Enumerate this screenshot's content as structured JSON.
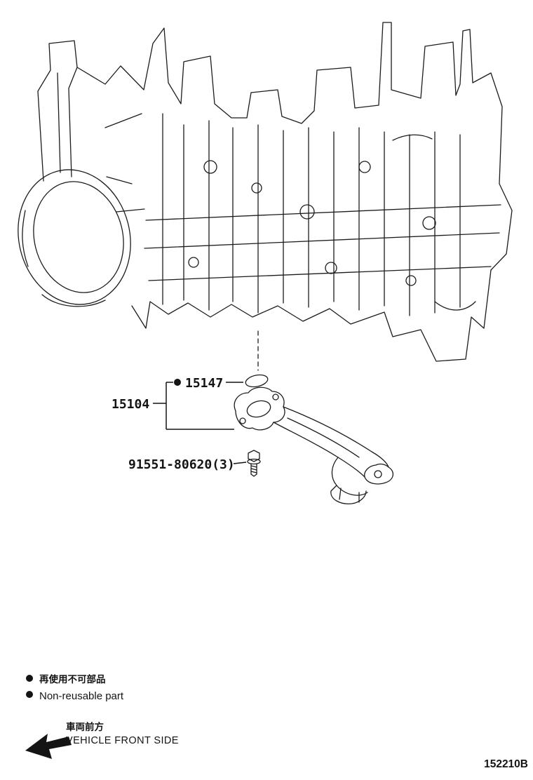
{
  "figure_code": "152210B",
  "callouts": {
    "gasket": {
      "part_number": "15147",
      "non_reusable": true
    },
    "strainer": {
      "part_number": "15104"
    },
    "bolt": {
      "part_number": "91551-80620(3)",
      "quantity_note": "(3)"
    }
  },
  "legend": {
    "jp": "再使用不可部品",
    "en": "Non-reusable part"
  },
  "direction": {
    "jp": "車両前方",
    "en": "VEHICLE FRONT SIDE"
  },
  "colors": {
    "line": "#1c1c1c",
    "text": "#141414",
    "background": "#ffffff"
  }
}
